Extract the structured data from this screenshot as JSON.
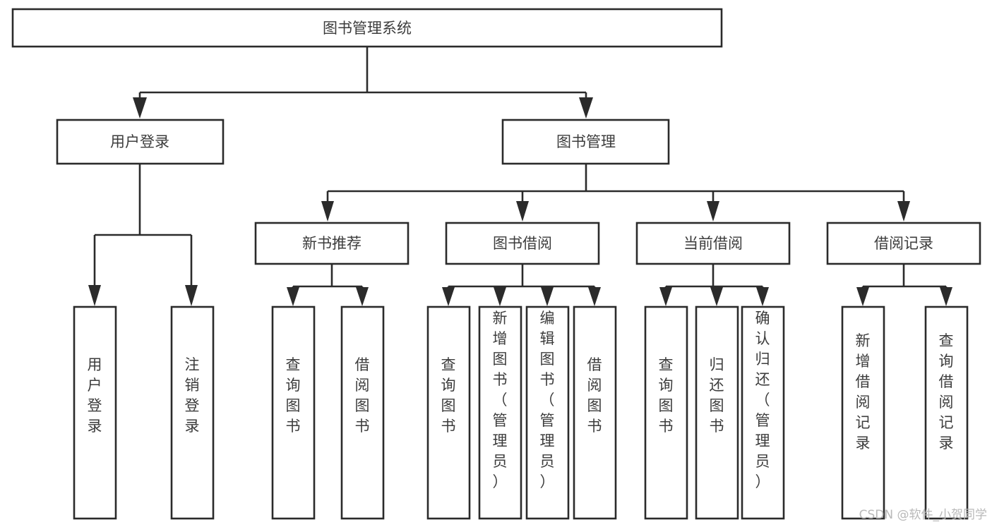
{
  "diagram": {
    "title": "图书管理系统",
    "type": "hierarchy-tree",
    "root": {
      "id": "root",
      "label": "图书管理系统",
      "orientation": "horizontal"
    },
    "level2": [
      {
        "id": "user-login",
        "label": "用户登录",
        "orientation": "horizontal"
      },
      {
        "id": "book-management",
        "label": "图书管理",
        "orientation": "horizontal"
      }
    ],
    "level3": [
      {
        "id": "new-book-recommend",
        "label": "新书推荐",
        "orientation": "horizontal",
        "parent": "book-management"
      },
      {
        "id": "book-borrow",
        "label": "图书借阅",
        "orientation": "horizontal",
        "parent": "book-management"
      },
      {
        "id": "current-borrow",
        "label": "当前借阅",
        "orientation": "horizontal",
        "parent": "book-management"
      },
      {
        "id": "borrow-record",
        "label": "借阅记录",
        "orientation": "horizontal",
        "parent": "book-management"
      }
    ],
    "leaves": [
      {
        "id": "leaf-user-login",
        "label": "用户登录",
        "orientation": "vertical",
        "parent": "user-login"
      },
      {
        "id": "leaf-user-logout",
        "label": "注销登录",
        "orientation": "vertical",
        "parent": "user-login"
      },
      {
        "id": "leaf-query-book-1",
        "label": "查询图书",
        "orientation": "vertical",
        "parent": "new-book-recommend"
      },
      {
        "id": "leaf-borrow-book-1",
        "label": "借阅图书",
        "orientation": "vertical",
        "parent": "new-book-recommend"
      },
      {
        "id": "leaf-query-book-2",
        "label": "查询图书",
        "orientation": "vertical",
        "parent": "book-borrow"
      },
      {
        "id": "leaf-add-book",
        "label": "新增图书（管理员）",
        "orientation": "vertical",
        "parent": "book-borrow"
      },
      {
        "id": "leaf-edit-book",
        "label": "编辑图书（管理员）",
        "orientation": "vertical",
        "parent": "book-borrow"
      },
      {
        "id": "leaf-borrow-book-2",
        "label": "借阅图书",
        "orientation": "vertical",
        "parent": "book-borrow"
      },
      {
        "id": "leaf-query-book-3",
        "label": "查询图书",
        "orientation": "vertical",
        "parent": "current-borrow"
      },
      {
        "id": "leaf-return-book",
        "label": "归还图书",
        "orientation": "vertical",
        "parent": "current-borrow"
      },
      {
        "id": "leaf-confirm-return",
        "label": "确认归还（管理员）",
        "orientation": "vertical",
        "parent": "current-borrow"
      },
      {
        "id": "leaf-add-record",
        "label": "新增借阅记录",
        "orientation": "vertical",
        "parent": "borrow-record"
      },
      {
        "id": "leaf-query-record",
        "label": "查询借阅记录",
        "orientation": "vertical",
        "parent": "borrow-record"
      }
    ]
  },
  "watermark": {
    "text": "CSDN @软件_小贺同学"
  },
  "colors": {
    "stroke": "#2b2b2b",
    "box_fill": "#ffffff",
    "text": "#3c3c3c",
    "watermark": "#b9b9b9",
    "background": "#ffffff"
  }
}
